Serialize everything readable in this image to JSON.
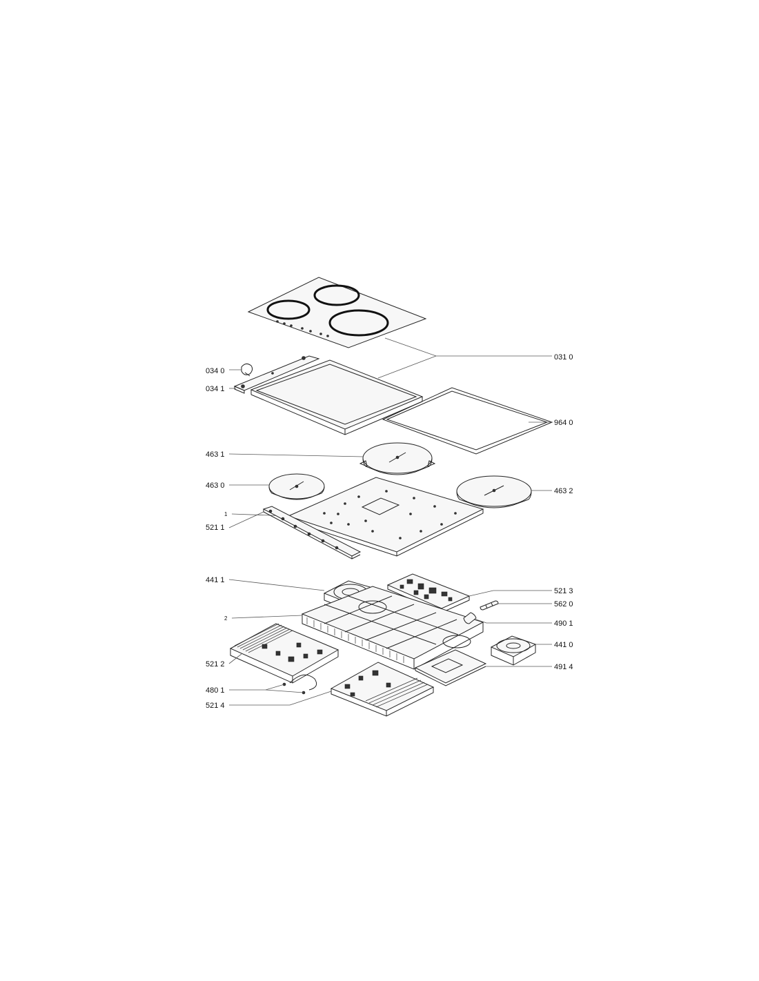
{
  "labels": {
    "l0310": "031 0",
    "l0340": "034 0",
    "l0341": "034 1",
    "l9640": "964 0",
    "l4631": "463 1",
    "l4630": "463 0",
    "l4632": "463 2",
    "l1": "1",
    "l5211": "521 1",
    "l4411": "441 1",
    "l5213": "521 3",
    "l5620": "562 0",
    "l2": "2",
    "l4901": "490 1",
    "l4410": "441 0",
    "l5212": "521 2",
    "l4914": "491 4",
    "l4801": "480 1",
    "l5214": "521 4"
  }
}
